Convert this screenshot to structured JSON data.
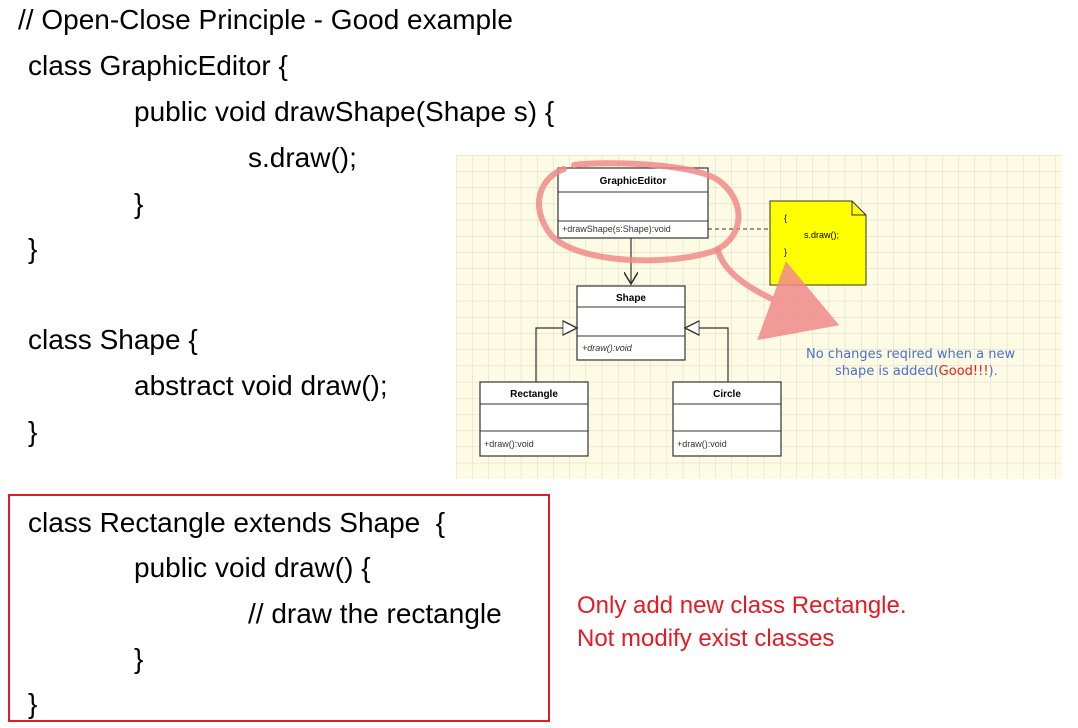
{
  "code": {
    "comment": "// Open-Close Principle - Good example",
    "lines": [
      "class GraphicEditor {",
      "public void drawShape(Shape s) {",
      "s.draw();",
      "}",
      "}",
      "class Shape {",
      "abstract void draw();",
      "}",
      "class Rectangle extends Shape  {",
      "public void draw() {",
      "// draw the rectangle",
      "}",
      "}"
    ]
  },
  "note": {
    "line1": "Only add new class Rectangle.",
    "line2": "Not modify exist classes"
  },
  "uml": {
    "graphic_editor": {
      "name": "GraphicEditor",
      "method": "+drawShape(s:Shape):void"
    },
    "shape": {
      "name": "Shape",
      "method": "+draw():void"
    },
    "rectangle": {
      "name": "Rectangle",
      "method": "+draw():void"
    },
    "circle": {
      "name": "Circle",
      "method": "+draw():void"
    },
    "sticky_note": {
      "open": "{",
      "body": "s.draw();",
      "close": "}"
    },
    "annotation": {
      "text": "No changes reqired when a new",
      "text2_prefix": "shape is added(",
      "text2_highlight": "Good!!!",
      "text2_suffix": ")."
    }
  },
  "colors": {
    "accent_red": "#e31b23",
    "grid_bg": "#fdfbe4",
    "sticky": "#ffff00",
    "annotation_blue": "#4a6fd0"
  }
}
